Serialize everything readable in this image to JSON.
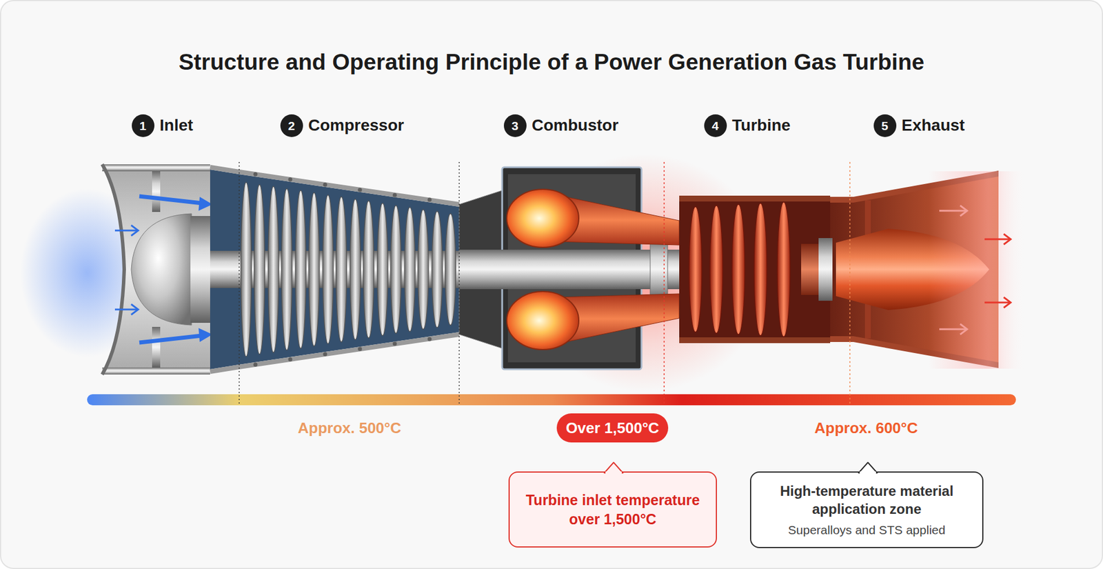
{
  "diagram": {
    "title": "Structure and Operating Principle of a Power Generation Gas Turbine",
    "nodes": [
      {
        "text": [
          "1"
        ]
      },
      {
        "text": [
          "2"
        ]
      },
      {
        "text": [
          "3"
        ]
      },
      {
        "text": [
          "4"
        ]
      },
      {
        "text": [
          "5"
        ]
      },
      {
        "text": [
          "Over 1,500°C"
        ]
      },
      {
        "text": [
          "Turbine inlet temperature over 1,500°C"
        ]
      },
      {
        "text": [
          "High-temperature material application zone",
          "Superalloys and STS applied"
        ]
      }
    ],
    "labels": [
      "Inlet",
      "Compressor",
      "Combustor",
      "Turbine",
      "Exhaust",
      "Approx. 500°C",
      "Approx. 600°C"
    ]
  }
}
